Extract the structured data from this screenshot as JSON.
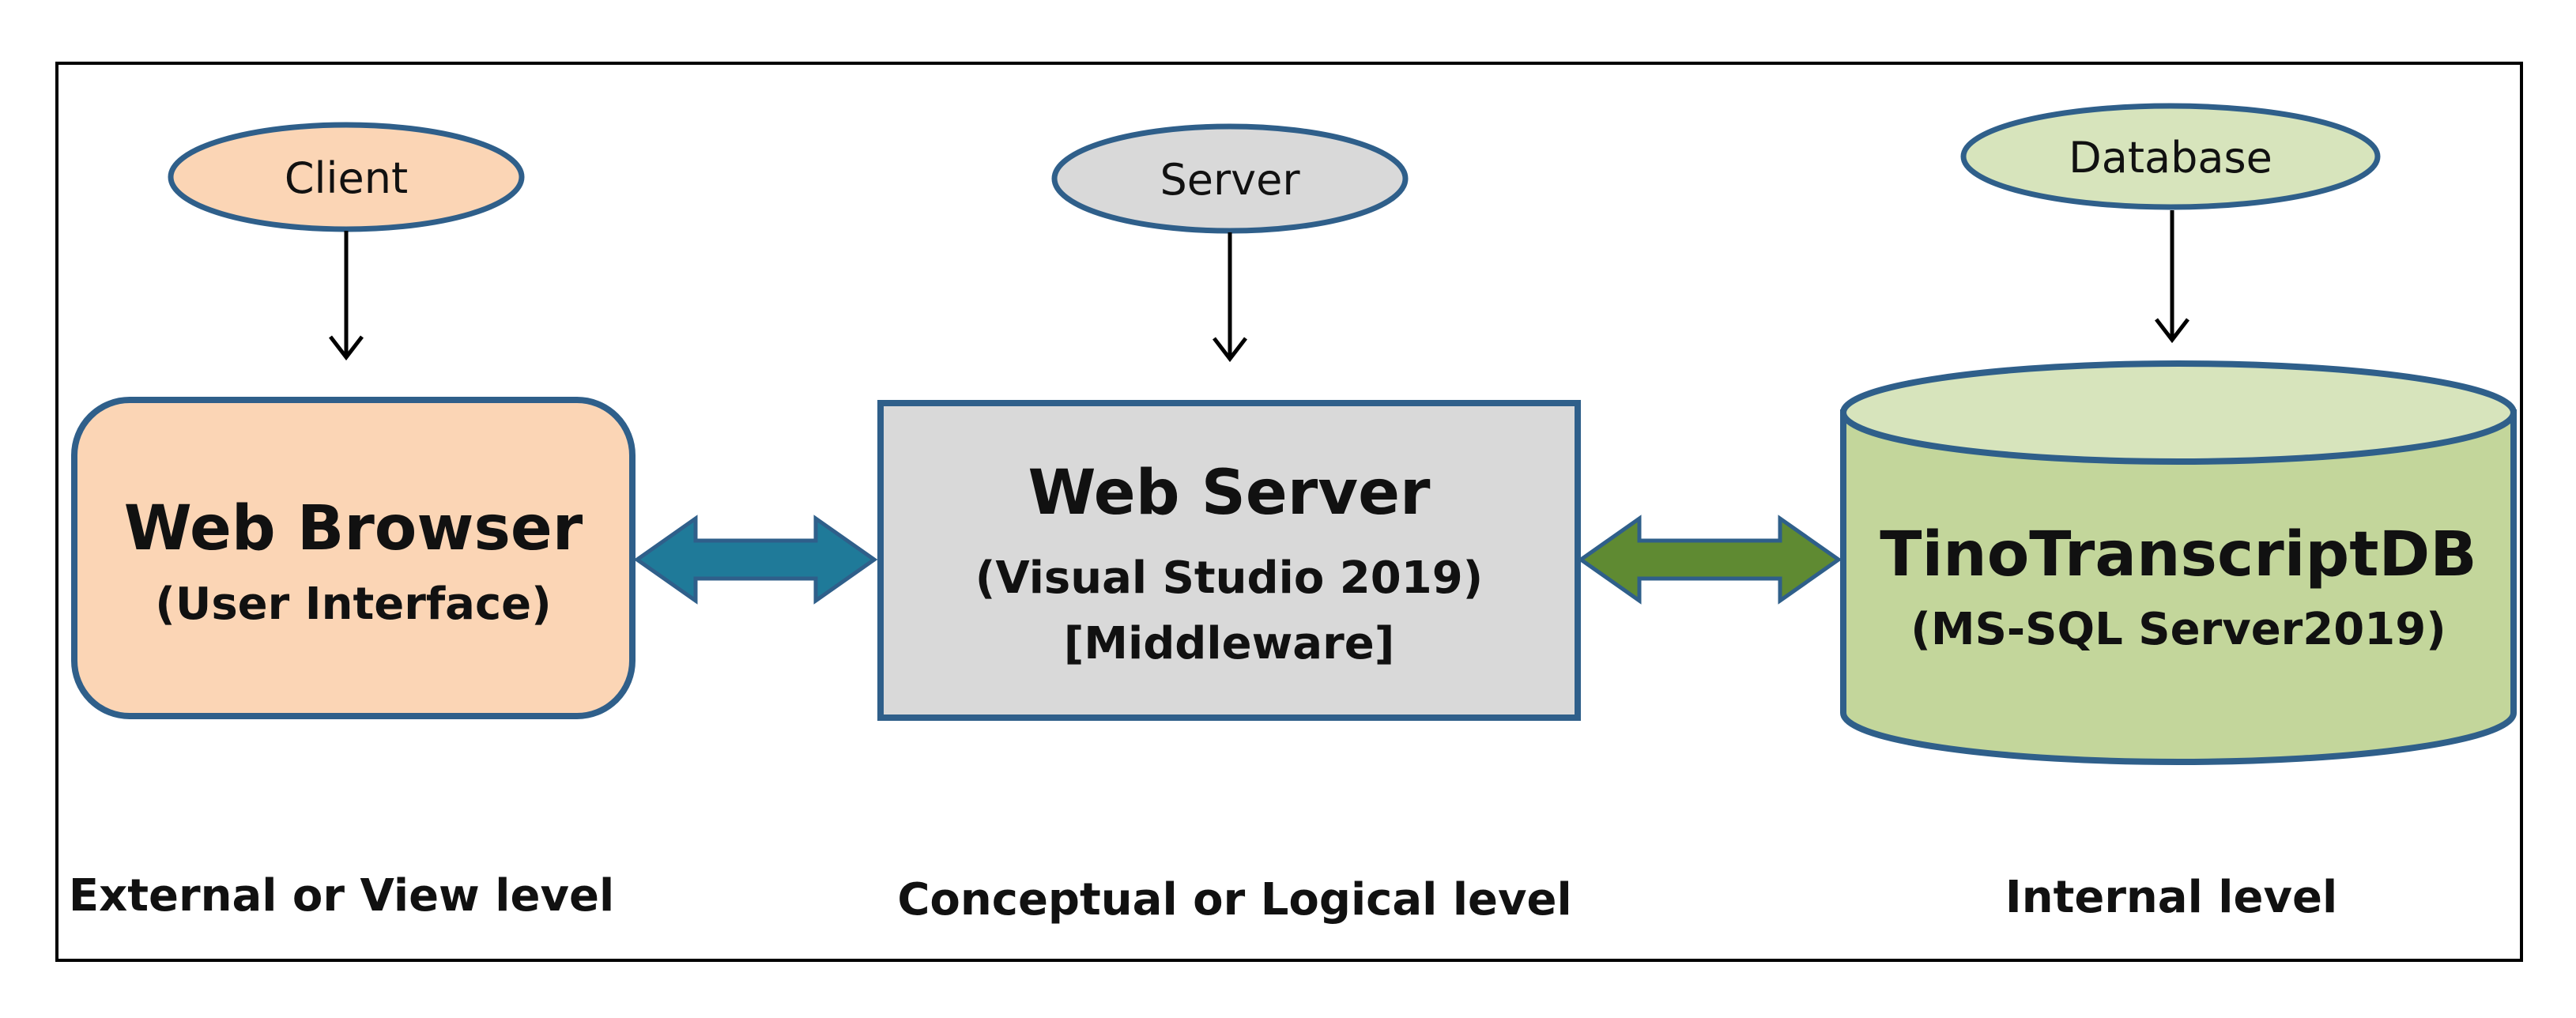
{
  "client": {
    "label": "Client",
    "color": "#fbd5b5",
    "box_title": "Web Browser",
    "box_subtitle": "(User Interface)",
    "level": "External or View level"
  },
  "server": {
    "label": "Server",
    "color": "#d9d9d9",
    "box_title": "Web Server",
    "box_subtitle_1": "(Visual Studio 2019)",
    "box_subtitle_2": "[Middleware]",
    "level": "Conceptual or Logical level"
  },
  "database": {
    "label": "Database",
    "color": "#d7e4bc",
    "body_color": "#c3d69b",
    "box_title": "TinoTranscriptDB",
    "box_subtitle": "(MS-SQL Server2019)",
    "level": "Internal level"
  },
  "connectors": {
    "client_server_color": "#1f7a99",
    "server_database_color": "#5f8a32",
    "outline_color": "#2f5f8a"
  }
}
